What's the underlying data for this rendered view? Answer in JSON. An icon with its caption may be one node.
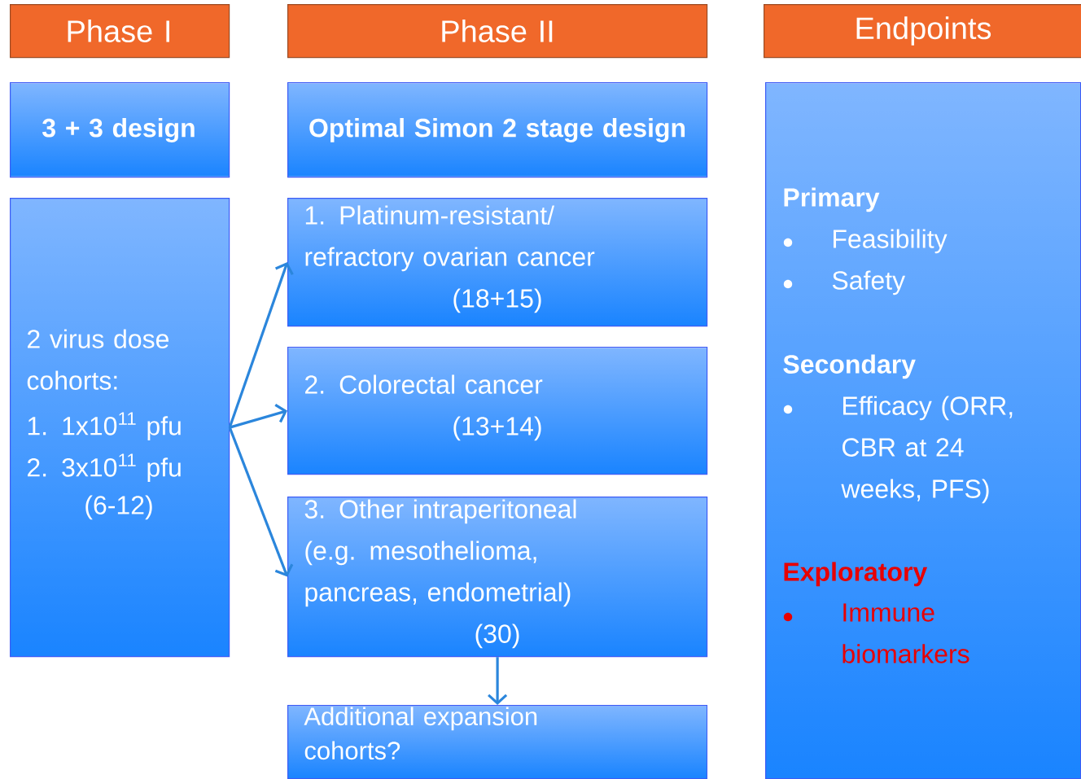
{
  "diagram": {
    "nodes": [
      {
        "text": [
          "Phase I"
        ]
      },
      {
        "text": [
          "Phase II"
        ]
      },
      {
        "text": [
          "Endpoints"
        ]
      },
      {
        "text": [
          "3 + 3 design"
        ]
      },
      {
        "text": [
          "Optimal Simon 2 stage design"
        ]
      },
      {
        "text": [
          "Primary",
          "Feasibility",
          "Safety",
          "Secondary",
          "Efficacy (ORR, CBR at 24 weeks, PFS)",
          "Exploratory",
          "Immune biomarkers"
        ]
      },
      {
        "text": [
          "2 virus dose cohorts:",
          "1. 1x10$^{11}$ pfu",
          "2. 3x10$^{11}$ pfu",
          "(6-12)"
        ]
      },
      {
        "text": [
          "1. Platinum-resistant/ refractory ovarian cancer",
          "(18+15)"
        ]
      },
      {
        "text": [
          "2. Colorectal cancer",
          "(13+14)"
        ]
      },
      {
        "text": [
          "3. Other intraperitoneal (e.g. mesothelioma, pancreas, endometrial)",
          "(30)"
        ]
      },
      {
        "text": [
          "Additional expansion cohorts?"
        ]
      }
    ],
    "edges": [
      {
        "from": 6,
        "to": 7,
        "arrow": "to"
      },
      {
        "from": 6,
        "to": 8,
        "arrow": "to"
      },
      {
        "from": 6,
        "to": 9,
        "arrow": "to"
      },
      {
        "from": 9,
        "to": 10,
        "arrow": "to"
      }
    ]
  }
}
